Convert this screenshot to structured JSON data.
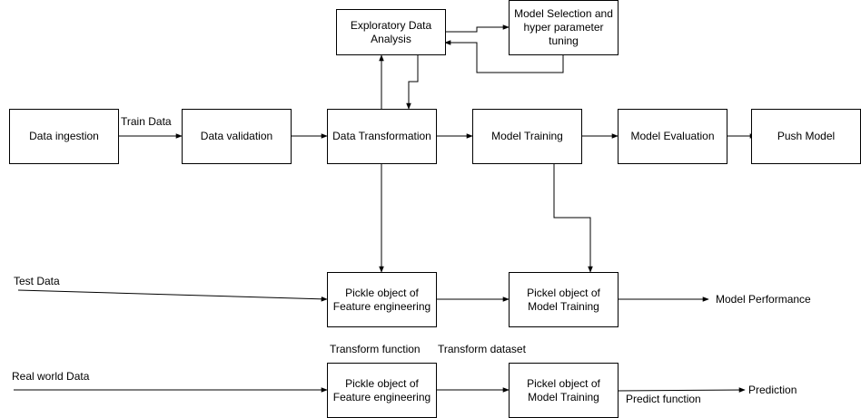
{
  "nodes": {
    "ingestion": "Data ingestion",
    "validation": "Data validation",
    "transformation": "Data  Transformation",
    "eda": "Exploratory Data Analysis",
    "model_selection": "Model Selection and hyper parameter tuning",
    "training": "Model Training",
    "evaluation": "Model Evaluation",
    "push": "Push Model",
    "pickle_fe_test": "Pickle object of Feature engineering",
    "pickle_model_test": "Pickel object of Model Training",
    "pickle_fe_real": "Pickle object of Feature engineering",
    "pickle_model_real": "Pickel object of Model Training"
  },
  "labels": {
    "train_data": "Train Data",
    "test_data": "Test Data",
    "model_performance": "Model Performance",
    "transform_function": "Transform  function",
    "transform_dataset": "Transform dataset",
    "real_world_data": "Real world Data",
    "predict_function": "Predict function",
    "prediction": "Prediction"
  },
  "colors": {
    "stroke": "#000000",
    "fill": "#ffffff"
  }
}
